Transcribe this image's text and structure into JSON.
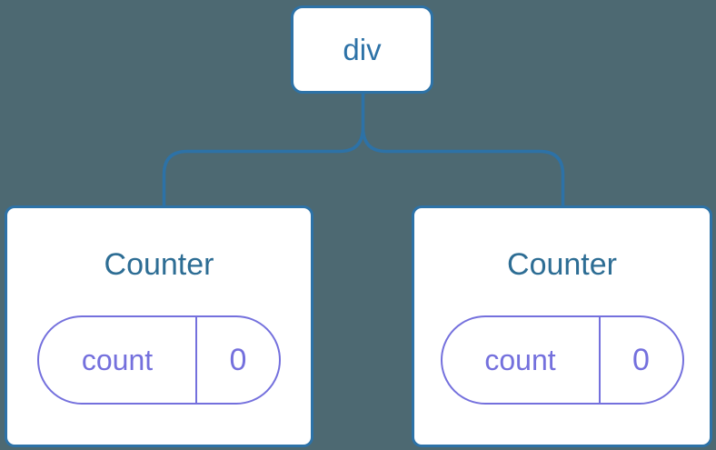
{
  "diagram": {
    "description": "React component tree diagram: a div root with two Counter children, each holding a count state of 0",
    "root": {
      "label": "div"
    },
    "children": [
      {
        "title": "Counter",
        "state": [
          {
            "key": "count",
            "value": "0"
          }
        ]
      },
      {
        "title": "Counter",
        "state": [
          {
            "key": "count",
            "value": "0"
          }
        ]
      }
    ]
  },
  "colors": {
    "bg": "#4d6972",
    "accent-blue": "#2d72a7",
    "title-blue": "#2d6d94",
    "purple": "#7470dd",
    "node-bg": "#ffffff"
  }
}
